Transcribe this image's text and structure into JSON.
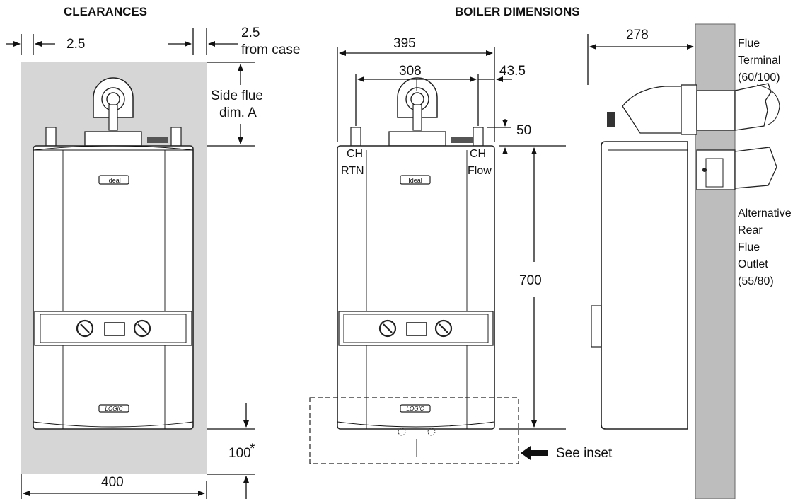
{
  "headings": {
    "clearances": "CLEARANCES",
    "boiler_dimensions": "BOILER DIMENSIONS"
  },
  "clearances": {
    "side": "2.5",
    "side_case_value": "2.5",
    "side_case_note": "from case",
    "side_flue_line1": "Side flue",
    "side_flue_line2": "dim. A",
    "bottom": "100",
    "bottom_mark": "*",
    "width": "400"
  },
  "dimensions": {
    "overall_width": "395",
    "pipe_centres": "308",
    "pipe_offset": "43.5",
    "pipe_height": "50",
    "height": "700",
    "depth": "278"
  },
  "pipes": {
    "return_line1": "CH",
    "return_line2": "RTN",
    "flow_line1": "CH",
    "flow_line2": "Flow"
  },
  "flue": {
    "terminal_line1": "Flue",
    "terminal_line2": "Terminal",
    "terminal_line3": "(60/100)",
    "rear_line1": "Alternative",
    "rear_line2": "Rear",
    "rear_line3": "Flue",
    "rear_line4": "Outlet",
    "rear_line5": "(55/80)"
  },
  "inset_note": "See inset",
  "branding": {
    "badge": "Ideal",
    "model_badge": "LOGIC"
  }
}
